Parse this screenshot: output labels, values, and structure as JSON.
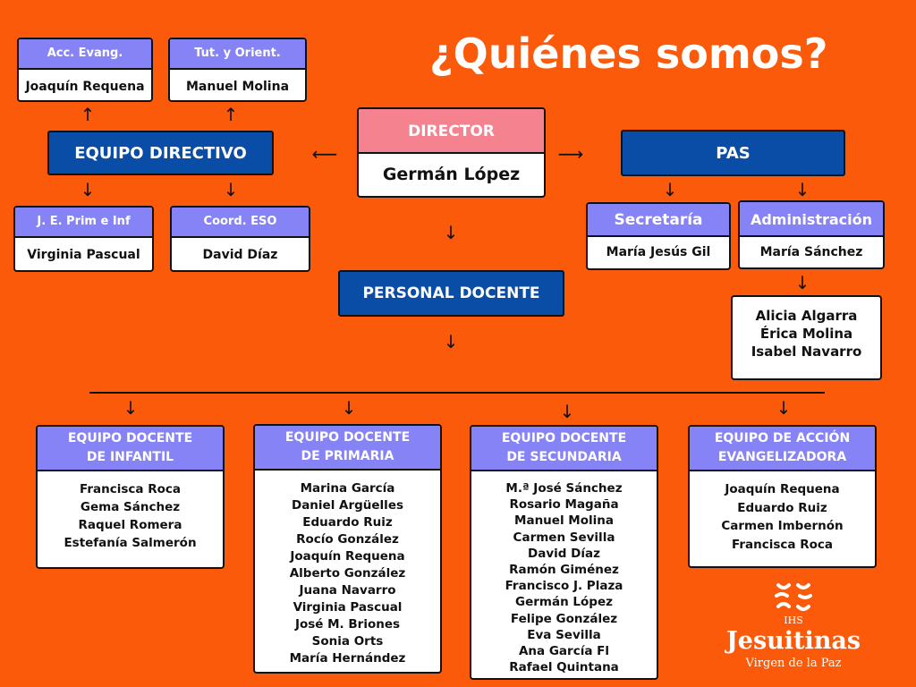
{
  "title": "¿Quiénes somos?",
  "director": {
    "label": "DIRECTOR",
    "name": "Germán López"
  },
  "equipo_directivo": {
    "label": "EQUIPO DIRECTIVO",
    "acc_evang": {
      "label": "Acc. Evang.",
      "name": "Joaquín Requena"
    },
    "tut_orient": {
      "label": "Tut. y Orient.",
      "name": "Manuel Molina"
    },
    "je_prim": {
      "label": "J. E. Prim e Inf",
      "name": "Virginia Pascual"
    },
    "coord_eso": {
      "label": "Coord. ESO",
      "name": "David Díaz"
    }
  },
  "pas": {
    "label": "PAS",
    "secretaria": {
      "label": "Secretaría",
      "name": "María Jesús Gil"
    },
    "administracion": {
      "label": "Administración",
      "name": "María Sánchez"
    },
    "staff": [
      "Alicia Algarra",
      "Érica Molina",
      "Isabel Navarro"
    ]
  },
  "personal_docente": {
    "label": "PERSONAL DOCENTE"
  },
  "teams": [
    {
      "title1": "EQUIPO DOCENTE",
      "title2": "DE INFANTIL",
      "members": [
        "Francisca Roca",
        "Gema Sánchez",
        "Raquel Romera",
        "Estefanía Salmerón"
      ]
    },
    {
      "title1": "EQUIPO DOCENTE",
      "title2": "DE PRIMARIA",
      "members": [
        "Marina García",
        "Daniel Argüelles",
        "Eduardo Ruiz",
        "Rocío González",
        "Joaquín Requena",
        "Alberto González",
        "Juana Navarro",
        "Virginia Pascual",
        "José M. Briones",
        "Sonia Orts",
        "María Hernández"
      ]
    },
    {
      "title1": "EQUIPO DOCENTE",
      "title2": "DE SECUNDARIA",
      "members": [
        "M.ª José Sánchez",
        "Rosario Magaña",
        "Manuel Molina",
        "Carmen Sevilla",
        "David Díaz",
        "Ramón Giménez",
        "Francisco J. Plaza",
        "Germán López",
        "Felipe González",
        "Eva Sevilla",
        "Ana García Fl",
        "Rafael Quintana"
      ]
    },
    {
      "title1": "EQUIPO DE ACCIÓN",
      "title2": "EVANGELIZADORA",
      "members": [
        "Joaquín Requena",
        "Eduardo Ruiz",
        "Carmen Imbernón",
        "Francisca Roca"
      ]
    }
  ],
  "logo": {
    "ihs": "IHS",
    "name": "Jesuitinas",
    "subtitle": "Virgen de la Paz"
  },
  "colors": {
    "background": "#FA5A0A",
    "navy": "#0A4DA6",
    "lavender": "#8683F6",
    "pink": "#F5828F"
  }
}
